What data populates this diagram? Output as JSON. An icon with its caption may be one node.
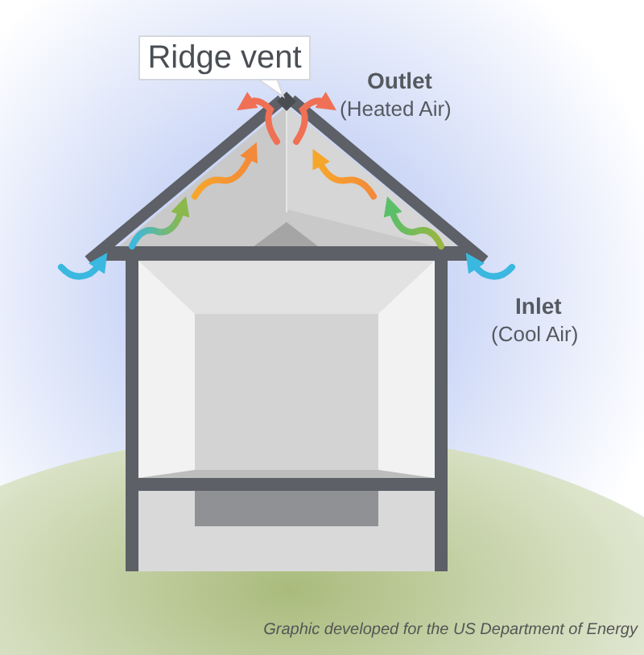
{
  "diagram": {
    "caption": "Graphic developed for the US Department of Energy",
    "nodes": [
      {
        "text": [
          "Ridge vent"
        ]
      }
    ],
    "labels": [
      "Outlet",
      "(Heated Air)",
      "Inlet",
      "(Cool Air)"
    ]
  }
}
